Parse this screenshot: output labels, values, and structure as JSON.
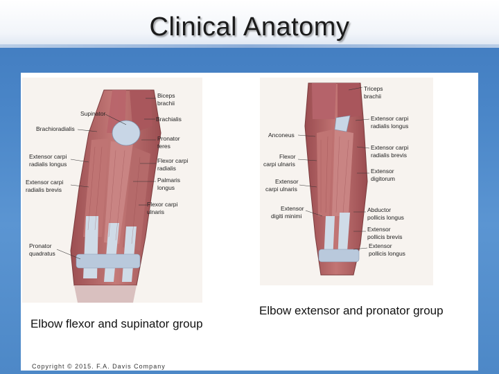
{
  "slide": {
    "title": "Clinical Anatomy",
    "copyright": "Copyright © 2015. F.A. Davis Company"
  },
  "left_figure": {
    "caption": "Elbow flexor and supinator group",
    "labels": {
      "biceps": "Biceps",
      "brachii": "brachii",
      "supinator": "Supinator",
      "brachialis": "Brachialis",
      "brachioradialis": "Brachioradialis",
      "pronator": "Pronator",
      "teres": "teres",
      "ecrl1": "Extensor carpi",
      "ecrl2": "radialis longus",
      "fcr1": "Flexor carpi",
      "fcr2": "radialis",
      "ecrb1": "Extensor carpi",
      "ecrb2": "radialis brevis",
      "pl1": "Palmaris",
      "pl2": "longus",
      "fcu1": "Flexor carpi",
      "fcu2": "ulnaris",
      "pq1": "Pronator",
      "pq2": "quadratus"
    }
  },
  "right_figure": {
    "caption": "Elbow extensor and pronator group",
    "labels": {
      "triceps": "Triceps",
      "brachii": "brachii",
      "ecrl1": "Extensor carpi",
      "ecrl2": "radialis longus",
      "anconeus": "Anconeus",
      "ecrb1": "Extensor carpi",
      "ecrb2": "radialis brevis",
      "fcu1": "Flexor",
      "fcu2": "carpi ulnaris",
      "ed1": "Extensor",
      "ed2": "digitorum",
      "ecu1": "Extensor",
      "ecu2": "carpi ulnaris",
      "edm1": "Extensor",
      "edm2": "digiti minimi",
      "apl1": "Abductor",
      "apl2": "pollicis longus",
      "epb1": "Extensor",
      "epb2": "pollicis brevis",
      "epl1": "Extensor",
      "epl2": "pollicis longus"
    }
  },
  "colors": {
    "muscle": "#b86a6a",
    "tendon": "#c9d6e3",
    "background_blue": "#4a86c8"
  }
}
